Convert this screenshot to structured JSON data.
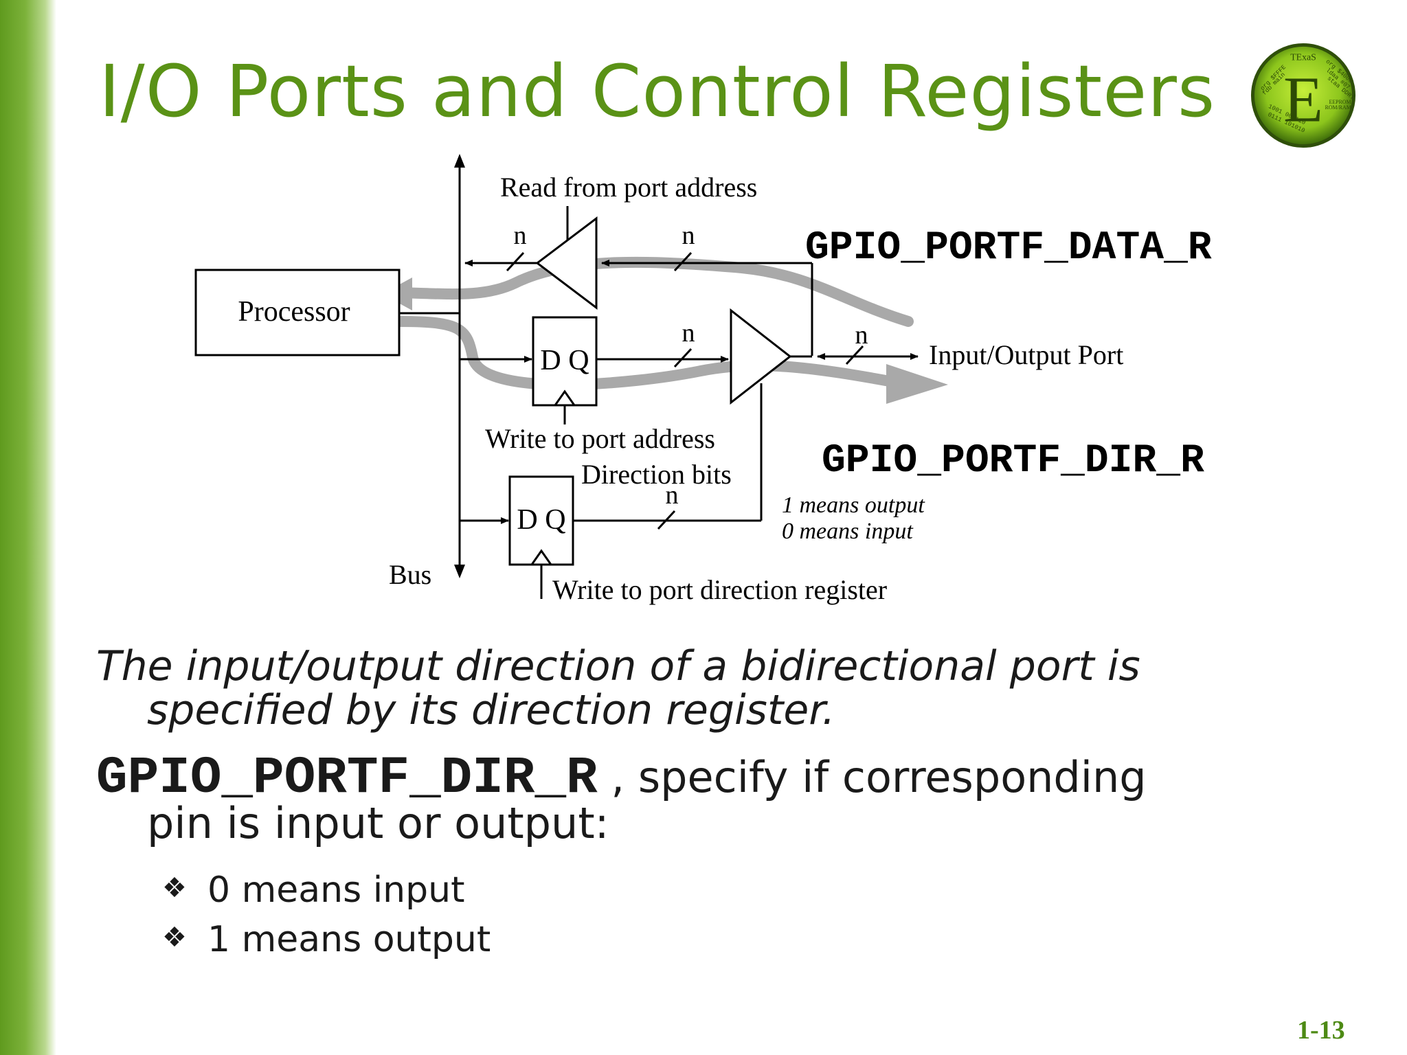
{
  "title": "I/O Ports and Control Registers",
  "logo": {
    "top_text": "TExaS",
    "letter": "E",
    "snippets": [
      "org $FFFE",
      "fdb main",
      "org $4000",
      "ldaa #07",
      "staa DDRT",
      "1001 000110",
      "0111 101010",
      "ROM/RAM",
      "EEPROM"
    ]
  },
  "diagram": {
    "read_label": "Read from port address",
    "n_label": "n",
    "processor_label": "Processor",
    "dq_label": "D Q",
    "io_port_label": "Input/Output Port",
    "write_port_label": "Write to port address",
    "direction_bits_label": "Direction bits",
    "means_output": "1 means output",
    "means_input": "0 means input",
    "bus_label": "Bus",
    "write_dir_label": "Write to port direction register",
    "data_reg": "GPIO_PORTF_DATA_R",
    "dir_reg": "GPIO_PORTF_DIR_R"
  },
  "body": {
    "para1_line1": "The input/output direction of a bidirectional port is",
    "para1_line2": "specified by its direction register.",
    "para2_code": "GPIO_PORTF_DIR_R",
    "para2_rest": " , specify if corresponding",
    "para2_line2": "pin is input or output:",
    "bullets": [
      "0 means input",
      "1 means output"
    ]
  },
  "page_number": "1-13",
  "colors": {
    "accent": "#5a9216",
    "highlight_path": "#a9a9a9"
  },
  "icons": {
    "bullet": "diamond-bullet-icon"
  }
}
